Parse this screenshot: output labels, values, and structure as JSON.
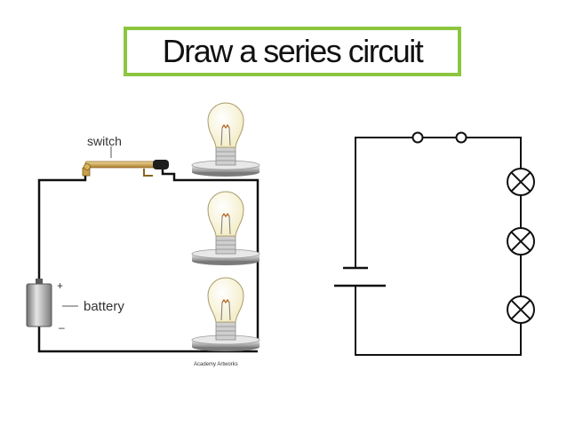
{
  "title": "Draw a series circuit",
  "pictorial": {
    "switch_label": "switch",
    "battery_label": "battery",
    "plus_sign": "+",
    "minus_sign": "–",
    "credit": "Academy Artworks"
  },
  "colors": {
    "title_border": "#8cc63f",
    "wire": "#111111",
    "bulb_glass": "#fbf6dc",
    "switch_blade": "#c8a04a",
    "battery": "#a0a0a0"
  }
}
